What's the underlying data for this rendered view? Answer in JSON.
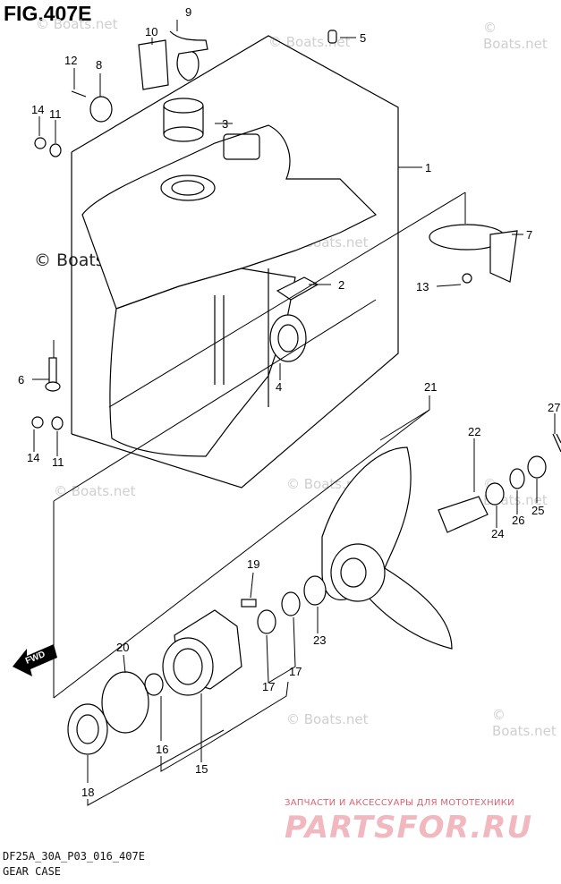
{
  "figure": {
    "title": "FIG.407E",
    "model_code": "DF25A_30A_P03_016_407E",
    "caption": "GEAR CASE"
  },
  "watermarks": {
    "small": "© Boats.net",
    "large": "© Boats.net"
  },
  "vendor": {
    "tagline": "ЗАПЧАСТИ И АКСЕССУАРЫ ДЛЯ МОТОТЕХНИКИ",
    "logo": "PARTSFOR.RU",
    "logo_color": "#f2b8bf",
    "tagline_color": "#e06070"
  },
  "fwd_label": "FWD",
  "callouts": [
    "1",
    "2",
    "3",
    "4",
    "5",
    "6",
    "7",
    "8",
    "9",
    "10",
    "11",
    "11",
    "12",
    "13",
    "14",
    "14",
    "15",
    "16",
    "17",
    "17",
    "18",
    "19",
    "20",
    "21",
    "22",
    "23",
    "24",
    "25",
    "26",
    "27"
  ]
}
